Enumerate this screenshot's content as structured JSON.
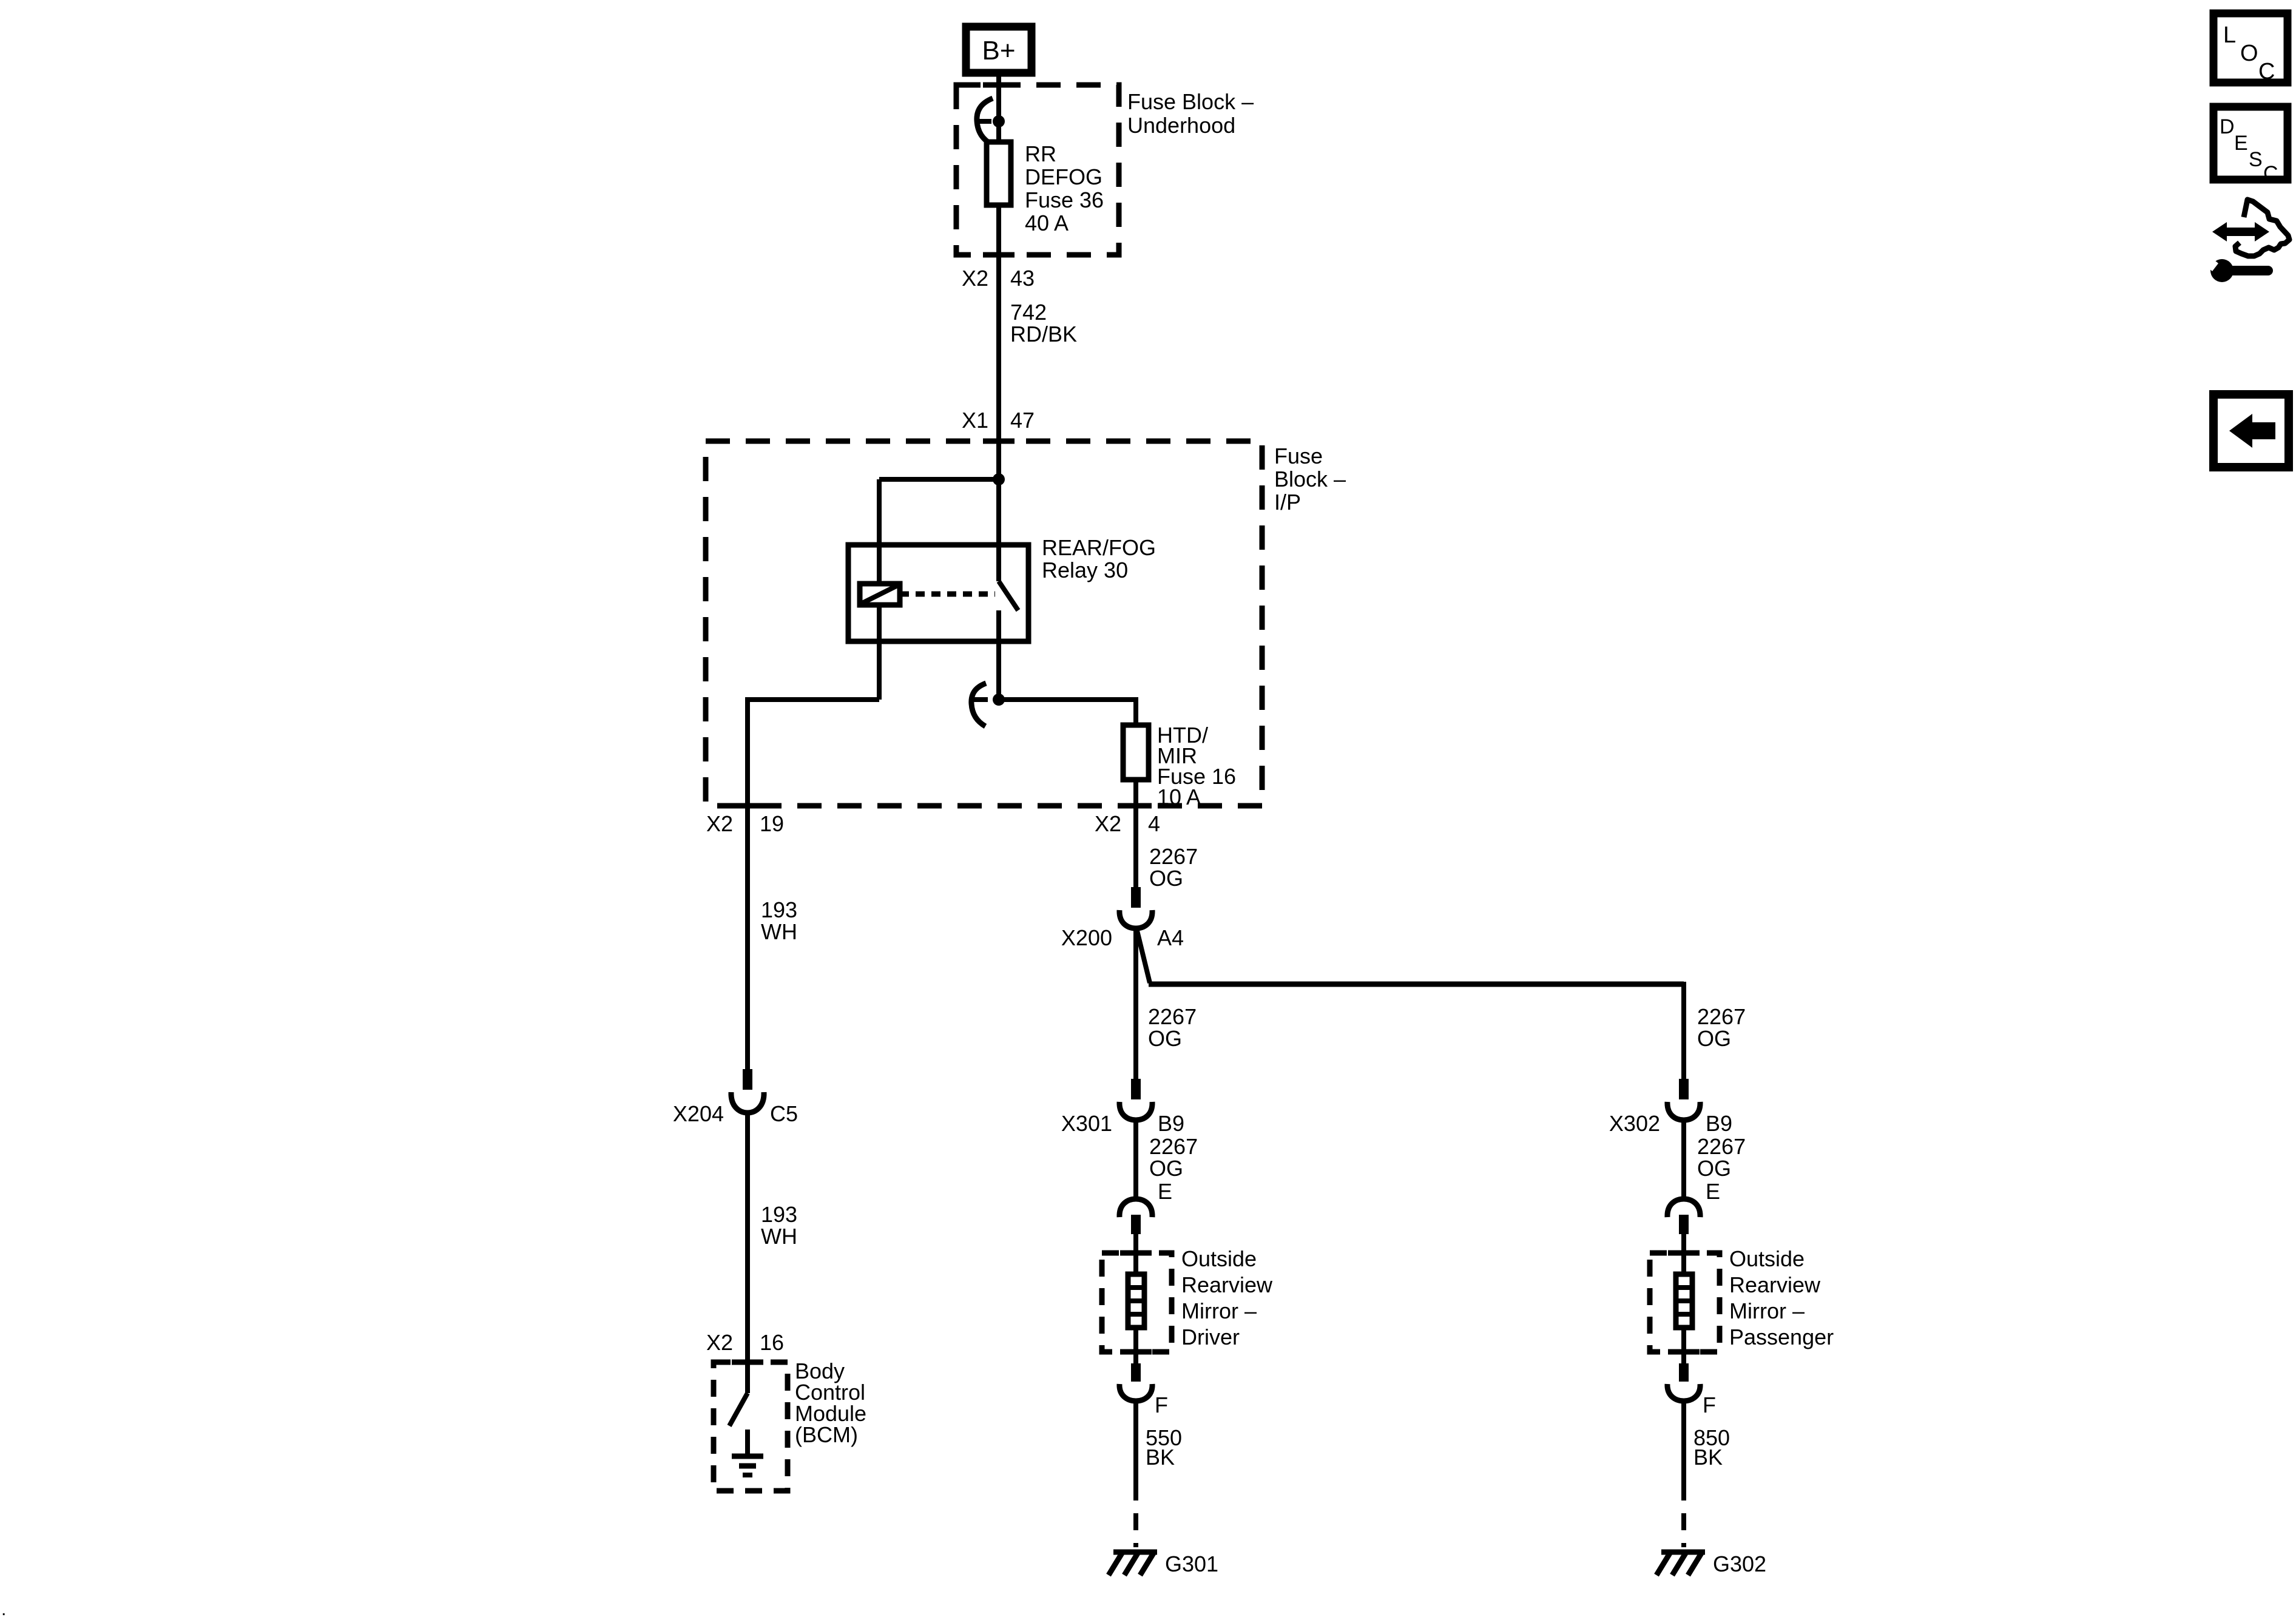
{
  "colors": {
    "ink": "#000000",
    "paper": "#ffffff"
  },
  "battery": {
    "label": "B+"
  },
  "underhood_block": {
    "name_lines": [
      "Fuse Block –",
      "Underhood"
    ],
    "fuse_lines": [
      "RR",
      "DEFOG",
      "Fuse 36",
      "40 A"
    ],
    "exit": {
      "connector": "X2",
      "pin": "43"
    }
  },
  "feed_wire": {
    "circuit": "742",
    "color_code": "RD/BK"
  },
  "ip_block": {
    "entry": {
      "connector": "X1",
      "pin": "47"
    },
    "name_lines": [
      "Fuse",
      "Block –",
      "I/P"
    ],
    "relay_lines": [
      "REAR/FOG",
      "Relay 30"
    ],
    "fuse_lines": [
      "HTD/",
      "MIR",
      "Fuse 16",
      "10 A"
    ],
    "exit_left": {
      "connector": "X2",
      "pin": "19"
    },
    "exit_right": {
      "connector": "X2",
      "pin": "4"
    }
  },
  "bcm_branch": {
    "wire_upper": {
      "circuit": "193",
      "color_code": "WH"
    },
    "inline_connector": {
      "connector": "X204",
      "pin": "C5"
    },
    "wire_lower": {
      "circuit": "193",
      "color_code": "WH"
    },
    "entry": {
      "connector": "X2",
      "pin": "16"
    },
    "module_lines": [
      "Body",
      "Control",
      "Module",
      "(BCM)"
    ]
  },
  "driver_branch": {
    "wire_feed": {
      "circuit": "2267",
      "color_code": "OG"
    },
    "splice": {
      "connector": "X200",
      "pin": "A4"
    },
    "wire_mid": {
      "circuit": "2267",
      "color_code": "OG"
    },
    "inline_connector": {
      "connector": "X301",
      "pin": "B9"
    },
    "wire_lower": {
      "circuit": "2267",
      "color_code": "OG"
    },
    "mirror_pin_in": "E",
    "mirror_lines": [
      "Outside",
      "Rearview",
      "Mirror –",
      "Driver"
    ],
    "mirror_pin_out": "F",
    "ground_wire": {
      "circuit": "550",
      "color_code": "BK"
    },
    "ground": "G301"
  },
  "passenger_branch": {
    "wire_mid": {
      "circuit": "2267",
      "color_code": "OG"
    },
    "inline_connector": {
      "connector": "X302",
      "pin": "B9"
    },
    "wire_lower": {
      "circuit": "2267",
      "color_code": "OG"
    },
    "mirror_pin_in": "E",
    "mirror_lines": [
      "Outside",
      "Rearview",
      "Mirror –",
      "Passenger"
    ],
    "mirror_pin_out": "F",
    "ground_wire": {
      "circuit": "850",
      "color_code": "BK"
    },
    "ground": "G302"
  },
  "sidebar": {
    "loc_letters": [
      "L",
      "O",
      "C"
    ],
    "desc_letters": [
      "D",
      "E",
      "S",
      "C"
    ]
  },
  "page_mark": "."
}
